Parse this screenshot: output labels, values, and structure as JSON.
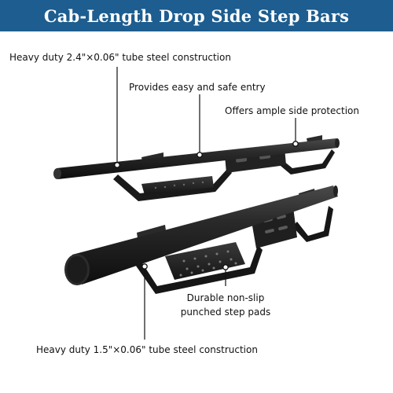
{
  "banner": {
    "title": "Cab-Length Drop Side Step Bars",
    "background_color": "#1d5d8f",
    "text_color": "#ffffff"
  },
  "callouts": {
    "top_tube": "Heavy duty 2.4\"×0.06\" tube steel construction",
    "easy_entry": "Provides easy and safe entry",
    "side_protection": "Offers ample side protection",
    "step_pads_line1": "Durable non-slip",
    "step_pads_line2": "punched step pads",
    "bottom_tube": "Heavy duty 1.5\"×0.06\" tube steel construction"
  },
  "product": {
    "name": "drop-side-step-bars",
    "finish_color": "#1c1c1c"
  }
}
